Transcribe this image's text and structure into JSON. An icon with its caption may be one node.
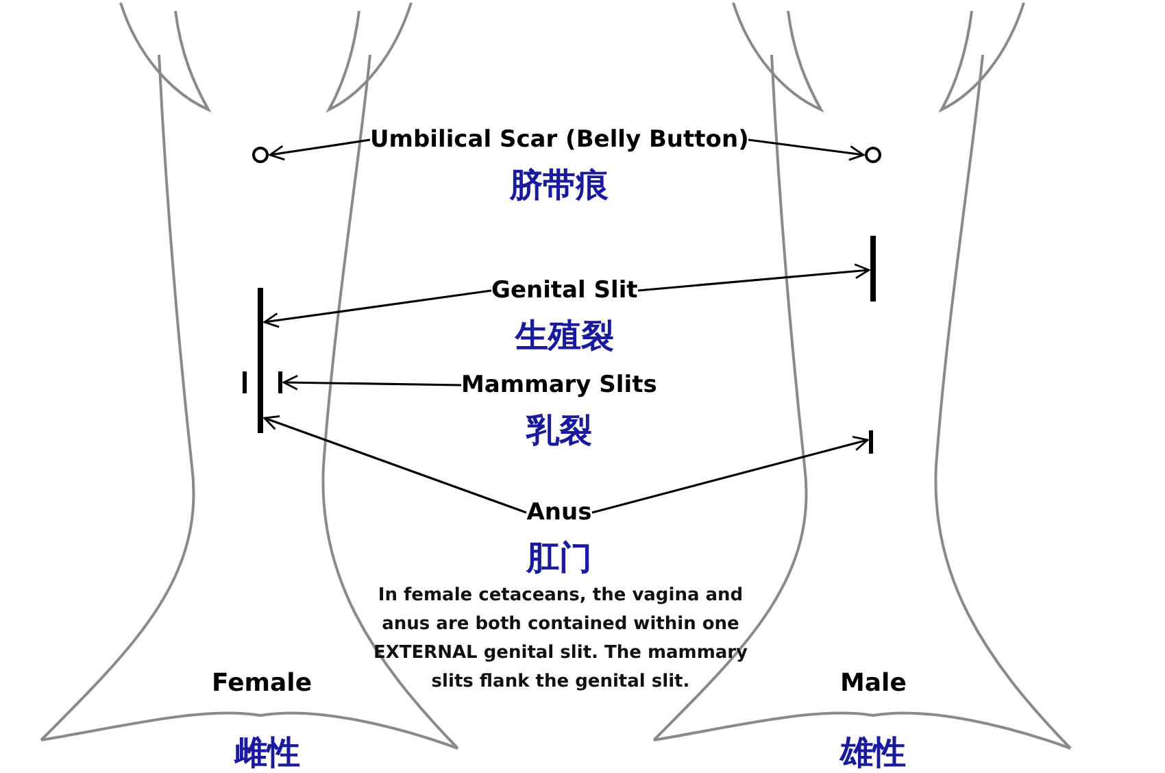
{
  "diagram": {
    "nodes": [
      {
        "text": [
          "Umbilical Scar (Belly Button)",
          "脐带痕"
        ]
      },
      {
        "text": [],
        "shape": "circle"
      },
      {
        "text": [],
        "shape": "circle"
      },
      {
        "text": [
          "Genital Slit",
          "生殖裂"
        ]
      },
      {
        "text": [],
        "shape": "bar"
      },
      {
        "text": [],
        "shape": "bar"
      },
      {
        "text": [
          "Mammary Slits",
          "乳裂"
        ]
      },
      {
        "text": [],
        "shape": "bar"
      },
      {
        "text": [],
        "shape": "bar"
      },
      {
        "text": [
          "Anus",
          "肛门"
        ]
      },
      {
        "text": [],
        "shape": "bar"
      }
    ],
    "edges": [
      {
        "from": 0,
        "to": 1,
        "arrow": "to"
      },
      {
        "from": 0,
        "to": 2,
        "arrow": "to"
      },
      {
        "from": 3,
        "to": 4,
        "arrow": "to"
      },
      {
        "from": 3,
        "to": 5,
        "arrow": "to"
      },
      {
        "from": 6,
        "to": 8,
        "arrow": "to"
      },
      {
        "from": 9,
        "to": 4,
        "arrow": "to"
      },
      {
        "from": 9,
        "to": 10,
        "arrow": "to"
      }
    ],
    "labels": [
      "In female cetaceans, the vagina and anus are both contained within one EXTERNAL genital slit.  The mammary slits flank the genital slit.",
      "Female",
      "雌性",
      "Male",
      "雄性"
    ]
  }
}
